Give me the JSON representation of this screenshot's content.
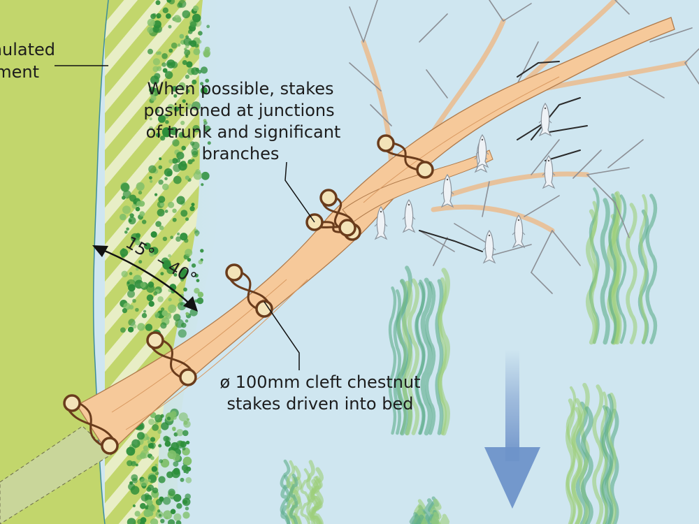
{
  "labels": {
    "embankment_line1": "nulated",
    "embankment_line2": "ment",
    "stakes_note": [
      "When possible, stakes",
      "positioned  at junctions",
      "of trunk and significant",
      "branches"
    ],
    "stake_spec": [
      "ø 100mm cleft chestnut",
      "stakes driven into bed"
    ],
    "angle": "15° – 40°"
  },
  "colors": {
    "water": "#cfe6f0",
    "bank": "#c2d66c",
    "stripe": "#e8eec6",
    "trunk": "#f6c99a",
    "stake": "#f3e3b8",
    "stake_outline": "#6a3c1c",
    "weed": "#5dae8a",
    "flow_arrow": "#7e9ecf",
    "foliage": "#2c8e3a"
  },
  "icons": {
    "flow": "flow-direction-arrow-icon",
    "fish": "fish-icon",
    "stake": "stake-pair-icon"
  }
}
